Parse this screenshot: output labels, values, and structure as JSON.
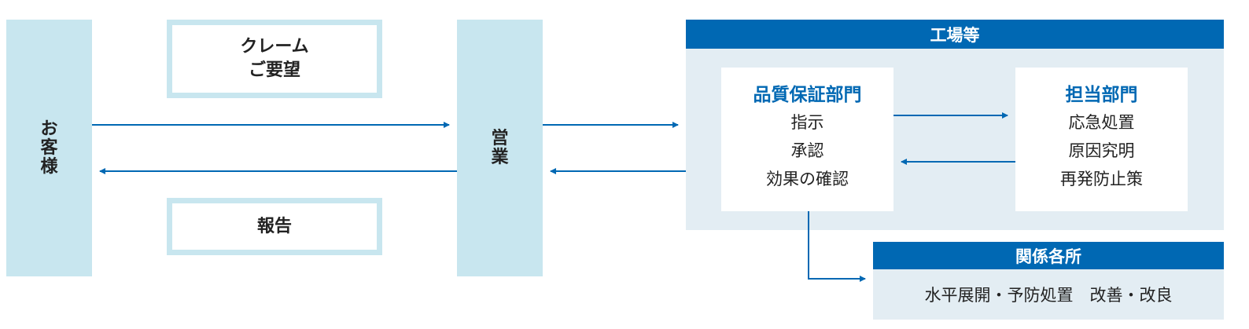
{
  "customer": {
    "label": "お客様"
  },
  "claim_box": {
    "label": "クレーム\nご要望"
  },
  "report_box": {
    "label": "報告"
  },
  "sales": {
    "label": "営業"
  },
  "factory": {
    "header": "工場等",
    "qa_dept": {
      "title": "品質保証部門",
      "items": [
        "指示",
        "承認",
        "効果の確認"
      ]
    },
    "resp_dept": {
      "title": "担当部門",
      "items": [
        "応急処置",
        "原因究明",
        "再発防止策"
      ]
    }
  },
  "related": {
    "header": "関係各所",
    "text": "水平展開・予防処置　改善・改良"
  },
  "colors": {
    "accent": "#0068b3",
    "pillar": "#c8e6ef",
    "panel": "#e3edf3"
  }
}
